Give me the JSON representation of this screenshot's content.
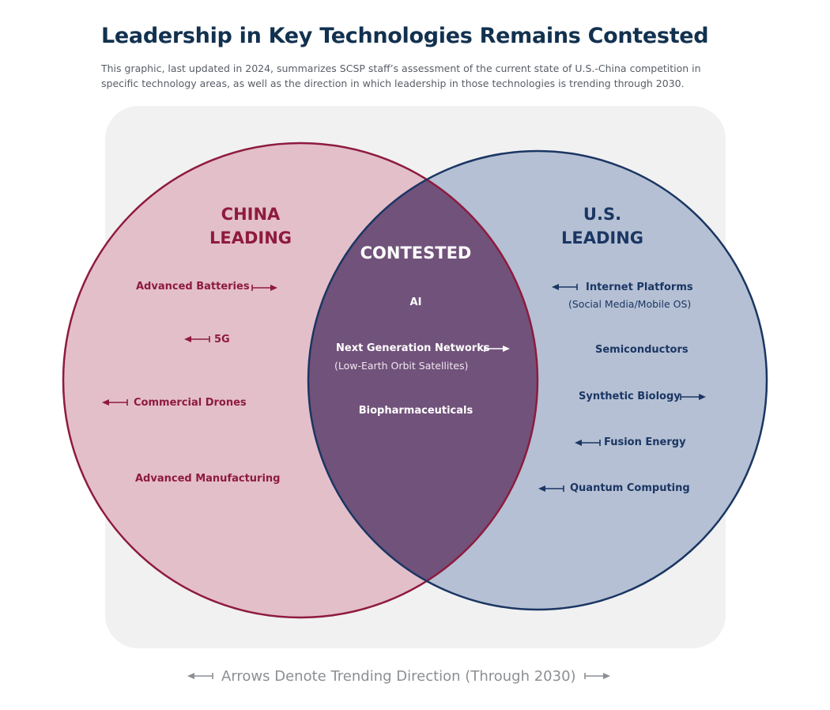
{
  "title": "Leadership in Key Technologies Remains Contested",
  "subtitle": "This graphic, last updated in 2024,  summarizes SCSP staff’s assessment of the current state of U.S.-China competition in specific technology areas, as well as the direction in which leadership in those technologies is trending through 2030.",
  "colors": {
    "china_fill": "#e3bfca",
    "china_stroke": "#8e1b3e",
    "us_fill": "#b5c0d4",
    "us_stroke": "#1b3663",
    "contested_fill": "#71527a",
    "panel": "#f1f1f2"
  },
  "china": {
    "heading_line1": "CHINA",
    "heading_line2": "LEADING",
    "items": [
      {
        "label": "Advanced Batteries",
        "arrow": "right"
      },
      {
        "label": "5G",
        "arrow": "left"
      },
      {
        "label": "Commercial Drones",
        "arrow": "left"
      },
      {
        "label": "Advanced Manufacturing",
        "arrow": "none"
      }
    ]
  },
  "contested": {
    "heading": "CONTESTED",
    "items": [
      {
        "label": "AI",
        "arrow": "none"
      },
      {
        "label": "Next Generation Networks",
        "sublabel": "(Low-Earth Orbit Satellites)",
        "arrow": "right"
      },
      {
        "label": "Biopharmaceuticals",
        "arrow": "none"
      }
    ]
  },
  "us": {
    "heading_line1": "U.S.",
    "heading_line2": "LEADING",
    "items": [
      {
        "label": "Internet Platforms",
        "sublabel": "(Social Media/Mobile OS)",
        "arrow": "left"
      },
      {
        "label": "Semiconductors",
        "arrow": "none"
      },
      {
        "label": "Synthetic Biology",
        "arrow": "right"
      },
      {
        "label": "Fusion Energy",
        "arrow": "left"
      },
      {
        "label": "Quantum Computing",
        "arrow": "left"
      }
    ]
  },
  "footer": {
    "text": "Arrows Denote Trending Direction (Through 2030)",
    "left_arrow_icon": "arrow-left-icon",
    "right_arrow_icon": "arrow-right-icon"
  }
}
